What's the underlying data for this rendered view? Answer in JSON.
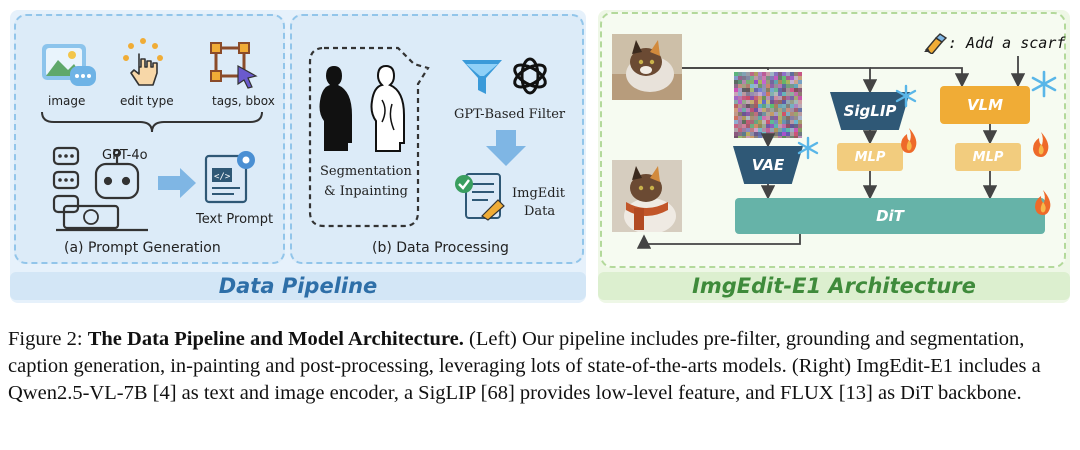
{
  "left": {
    "icons": {
      "image": "image",
      "edit_type": "edit type",
      "tags_bbox": "tags, bbox"
    },
    "gpt_label": "GPT-4o",
    "text_prompt": "Text Prompt",
    "sub_a_caption": "(a) Prompt Generation",
    "segmentation_line1": "Segmentation",
    "segmentation_line2": "& Inpainting",
    "gpt_filter": "GPT-Based Filter",
    "imgedit_line1": "ImgEdit",
    "imgedit_line2": "Data",
    "sub_b_caption": "(b) Data Processing",
    "band_title": "Data Pipeline"
  },
  "right": {
    "instruction": ": Add a scarf",
    "siglip": "SigLIP",
    "vlm": "VLM",
    "vae": "VAE",
    "mlp_left": "MLP",
    "mlp_right": "MLP",
    "dit": "DiT",
    "band_title": "ImgEdit-E1 Architecture"
  },
  "caption": {
    "figure_label": "Figure 2:",
    "title": "The Data Pipeline and Model Architecture.",
    "text": "(Left) Our pipeline includes pre-filter, grounding and segmentation, caption generation, in-painting and post-processing, leveraging lots of state-of-the-arts models. (Right) ImgEdit-E1 includes a Qwen2.5-VL-7B [4] as text and image encoder, a SigLIP [68] provides low-level feature, and FLUX [13] as DiT backbone."
  },
  "colors": {
    "pipeline_blue": "#2e6fa8",
    "architecture_green": "#3f8b3b",
    "siglip_vae": "#2f5876",
    "vlm": "#f0ac36",
    "mlp": "#f2cc7e",
    "dit": "#66b3a8"
  },
  "icon_names": [
    "image-icon",
    "edit-type-icon",
    "bbox-icon",
    "robot-icon",
    "text-prompt-icon",
    "filter-icon",
    "openai-icon",
    "imgedit-data-icon",
    "snowflake-icon",
    "fire-icon",
    "cat-image",
    "cat-scarf-image",
    "noise-image",
    "silhouette-image",
    "brush-icon"
  ]
}
